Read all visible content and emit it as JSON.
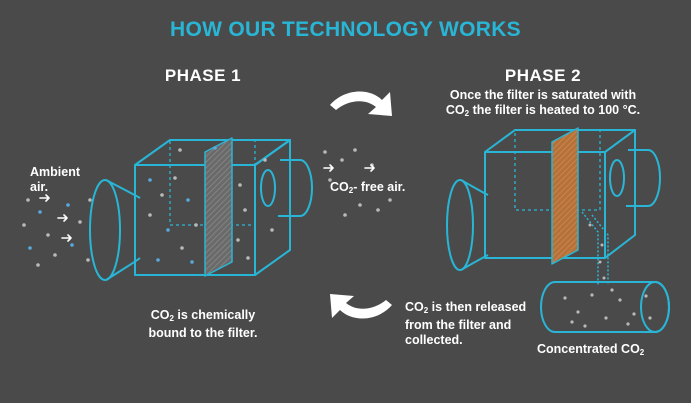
{
  "title": "HOW OUR TECHNOLOGY WORKS",
  "phase1": {
    "heading": "PHASE 1",
    "ambient_line1": "Ambient",
    "ambient_line2": "air.",
    "free_air_a": "CO",
    "free_air_sub": "2",
    "free_air_b": "- free air.",
    "bound_line1_a": "CO",
    "bound_line1_sub": "2",
    "bound_line1_b": " is chemically",
    "bound_line2": "bound to the filter."
  },
  "phase2": {
    "heading": "PHASE 2",
    "desc_line1": "Once the filter is saturated with",
    "desc_line2_a": "CO",
    "desc_line2_sub": "2",
    "desc_line2_b": " the filter is heated to 100 °C.",
    "released_line1_a": "CO",
    "released_line1_sub": "2",
    "released_line1_b": " is then released",
    "released_line2": "from the filter and",
    "released_line3": "collected.",
    "concentrated_a": "Concentrated CO",
    "concentrated_sub": "2"
  },
  "colors": {
    "background": "#4a4a4a",
    "accent": "#29b6d6",
    "filter_heated": "#b5713a",
    "particle_blue": "#5aa9dd",
    "particle_grey": "#b9b9b9"
  },
  "icons": [
    "forward-cycle-arrow-icon",
    "backward-cycle-arrow-icon",
    "airflow-arrow-icon"
  ]
}
